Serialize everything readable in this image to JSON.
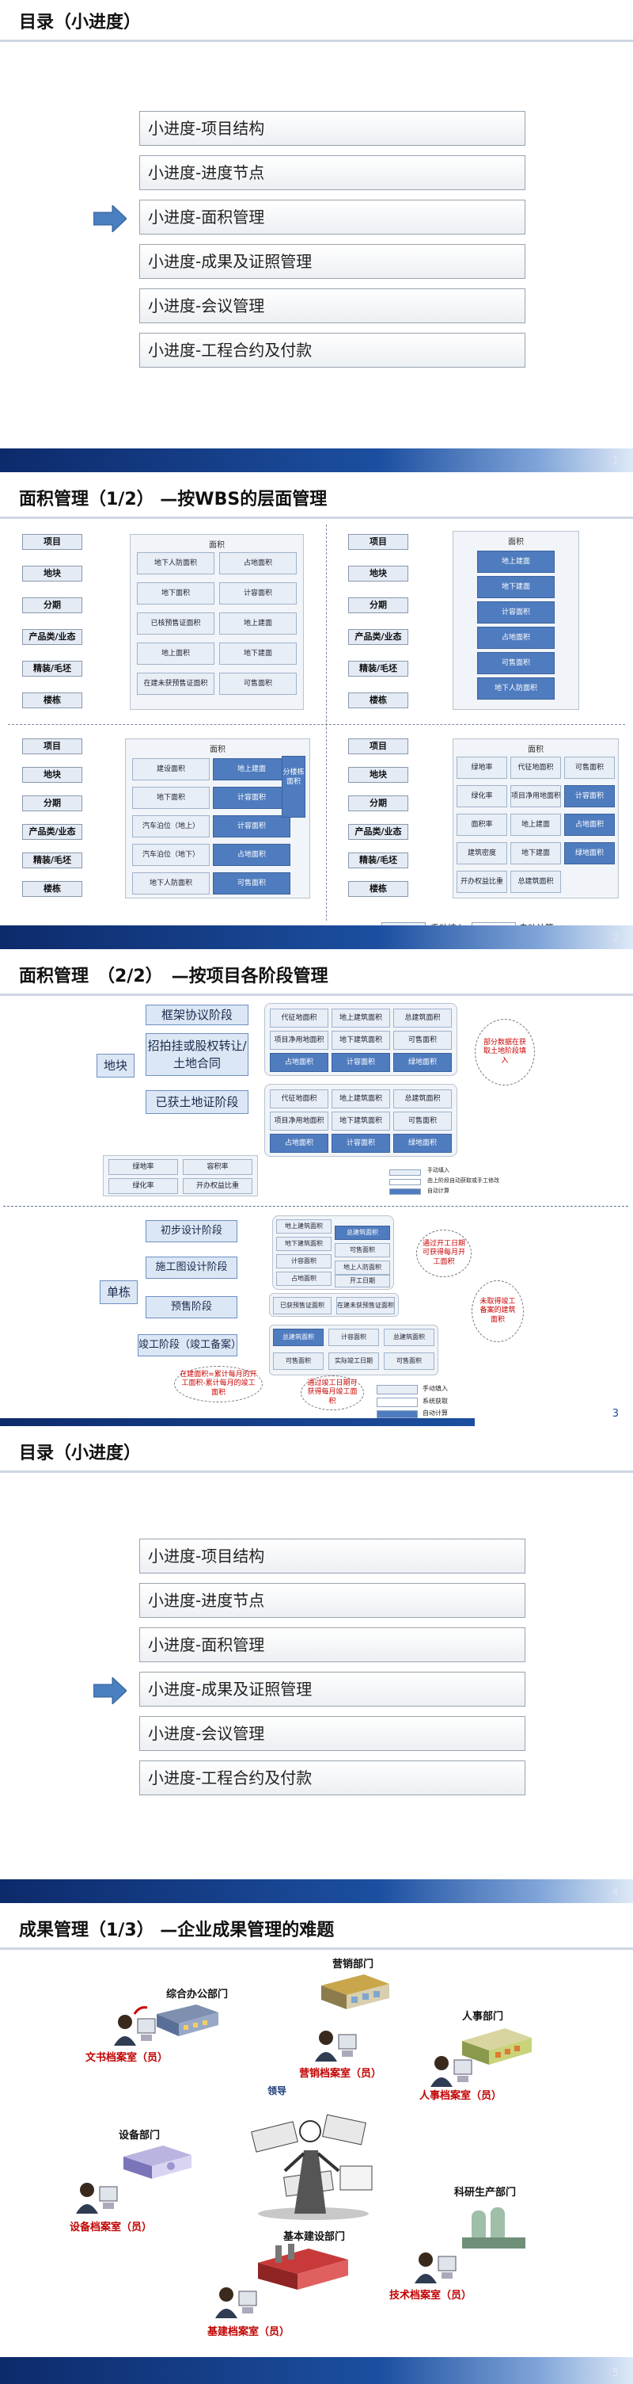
{
  "colors": {
    "accent": "#4f7cbf",
    "footer": "#1c4fa0",
    "arrow": "#4a7fc0",
    "archive_text": "#c00000"
  },
  "toc": {
    "title": "目录（小进度）",
    "items": [
      "小进度-项目结构",
      "小进度-进度节点",
      "小进度-面积管理",
      "小进度-成果及证照管理",
      "小进度-会议管理",
      "小进度-工程合约及付款"
    ]
  },
  "slide1": {
    "page": "1",
    "active_index": 2
  },
  "slide4": {
    "page": "4",
    "active_index": 3
  },
  "slide2": {
    "title": "面积管理（1/2） —按WBS的层面管理",
    "page": "2",
    "hier": [
      "项目",
      "地块",
      "分期",
      "产品类/业态",
      "精装/毛坯",
      "楼栋"
    ],
    "panel_caption": "面积",
    "q1_cells": [
      "地下人防面积",
      "占地面积",
      "地下面积",
      "计容面积",
      "已核预售证面积",
      "地上建面",
      "地上面积",
      "地下建面",
      "在建未获预售证面积",
      "可售面积"
    ],
    "q2_cells": [
      "地上建面",
      "地下建面",
      "计容面积",
      "占地面积",
      "可售面积",
      "地下人防面积"
    ],
    "q3_cells": [
      "建设面积",
      "地上建面",
      "地下面积",
      "计容面积",
      "汽车泊位（地上）",
      "计容面积",
      "汽车泊位（地下）",
      "占地面积",
      "地下人防面积",
      "可售面积"
    ],
    "q3_side": "分楼栋面积",
    "q4_cells": [
      "绿地率",
      "代征地面积",
      "可售面积",
      "绿化率",
      "项目净用地面积",
      "计容面积",
      "面积率",
      "地上建面",
      "占地面积",
      "建筑密度",
      "地下建面",
      "绿地面积",
      "开办权益比重",
      "总建筑面积"
    ],
    "legend_manual": "手动填入",
    "legend_auto": "自动计算"
  },
  "slide3": {
    "title": "面积管理　（2/2）　—按项目各阶段管理",
    "page": "3",
    "root_top": "地块",
    "stages_top": [
      "框架协议阶段",
      "招拍挂或股权转让/土地合同",
      "已获土地证阶段"
    ],
    "grid_a": [
      "代征地面积",
      "地上建筑面积",
      "总建筑面积",
      "项目净用地面积",
      "地下建筑面积",
      "可售面积",
      "占地面积",
      "计容面积",
      "绿地面积"
    ],
    "grid_b": [
      "代征地面积",
      "地上建筑面积",
      "总建筑面积",
      "项目净用地面积",
      "地下建筑面积",
      "可售面积",
      "占地面积",
      "计容面积",
      "绿地面积"
    ],
    "note_top": "部分数据在获取土地阶段填入",
    "bottom_cells": [
      "绿地率",
      "容积率",
      "绿化率",
      "开办权益比重"
    ],
    "legend_small": [
      "手动填入",
      "由上阶段自动获取或手工修改",
      "自动计算"
    ],
    "root_bottom": "单栋",
    "stages_bottom": [
      "初步设计阶段",
      "施工图设计阶段",
      "预售阶段",
      "竣工阶段（竣工备案）"
    ],
    "stage_bottom_cells": [
      "地上建筑面积",
      "总建筑面积",
      "地下建筑面积",
      "可售面积",
      "计容面积",
      "地上人防面积",
      "占地面积",
      "开工日期"
    ],
    "presale_cells": [
      "已获预售证面积",
      "在建未获预售证面积"
    ],
    "final_cells": [
      "总建筑面积",
      "计容面积",
      "总建筑面积",
      "可售面积",
      "实际竣工日期",
      "可售面积"
    ],
    "notes_bottom": [
      "通过开工日期可获得每月开工面积",
      "未取得竣工备案的建筑面积",
      "在建面积=累计每月的开工面积-累计每月的竣工面积",
      "通过竣工日期可获得每月竣工面积"
    ],
    "legend": [
      "手动填入",
      "系统获取",
      "自动计算"
    ]
  },
  "slide5": {
    "title": "成果管理（1/3） —企业成果管理的难题",
    "page": "5",
    "depts": [
      "综合办公部门",
      "营销部门",
      "人事部门",
      "设备部门",
      "基本建设部门",
      "科研生产部门",
      "领导"
    ],
    "archives": [
      "文书档案室（员）",
      "营销档案室（员）",
      "人事档案室（员）",
      "设备档案室（员）",
      "基建档案室（员）",
      "技术档案室（员）"
    ]
  }
}
